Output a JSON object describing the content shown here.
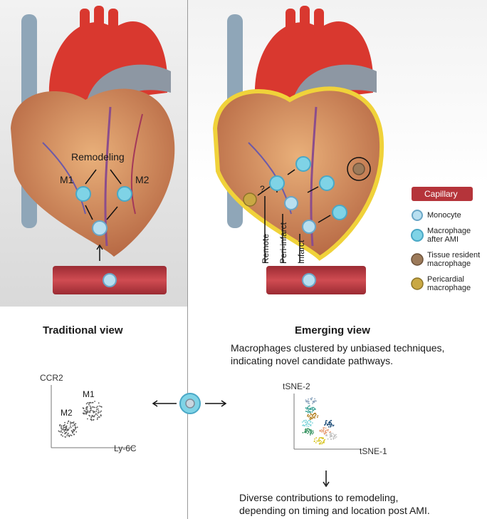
{
  "left_panel": {
    "heading": "Traditional view",
    "heart_labels": {
      "remodeling": "Remodeling",
      "m1": "M1",
      "m2": "M2"
    },
    "plot": {
      "y_axis": "CCR2",
      "x_axis": "Ly-6C",
      "cluster_a": "M1",
      "cluster_b": "M2"
    }
  },
  "right_panel": {
    "heading": "Emerging view",
    "subheading_line1": "Macrophages clustered by unbiased techniques,",
    "subheading_line2": "indicating novel candidate pathways.",
    "heart_labels": {
      "question": "?",
      "remote": "Remote",
      "peri_infarct": "Peri-infarct",
      "infarct": "Infarct"
    },
    "plot": {
      "y_axis": "tSNE-2",
      "x_axis": "tSNE-1"
    },
    "conclusion_line1": "Diverse contributions to remodeling,",
    "conclusion_line2": "depending on timing and location post AMI."
  },
  "legend": {
    "capillary": "Capillary",
    "monocyte": "Monocyte",
    "macrophage_line1": "Macrophage",
    "macrophage_line2": "after AMI",
    "resident_line1": "Tissue resident",
    "resident_line2": "macrophage",
    "pericardial_line1": "Pericardial",
    "pericardial_line2": "macrophage"
  },
  "colors": {
    "aorta": "#d9382f",
    "heart_muscle": "#c9825a",
    "vessel": "#b5343a",
    "macrophage": "#7fd3e6",
    "resident": "#9c7a5a",
    "pericardial": "#c9a843",
    "halo": "#f0d23a"
  }
}
